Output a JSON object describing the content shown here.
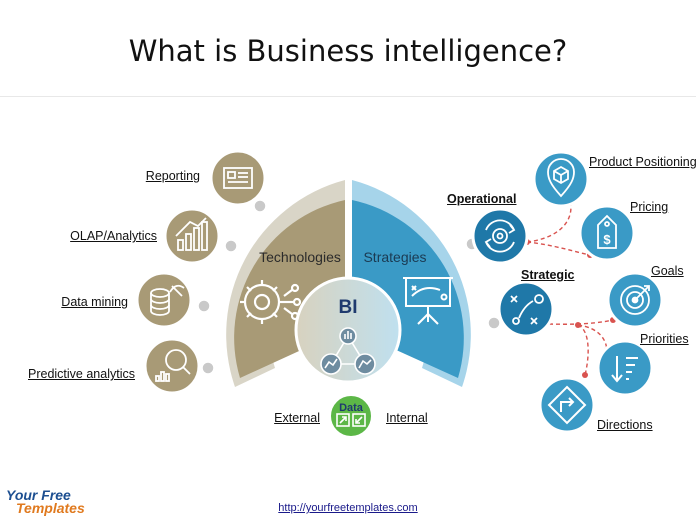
{
  "title": "What is Business intelligence?",
  "center": {
    "bi_label": "BI",
    "technologies_label": "Technologies",
    "strategies_label": "Strategies",
    "data_label": "Data",
    "external_label": "External",
    "internal_label": "Internal"
  },
  "technologies": [
    {
      "label": "Reporting",
      "icon": "report-icon"
    },
    {
      "label": "OLAP/Analytics",
      "icon": "bar-growth-icon"
    },
    {
      "label": "Data mining",
      "icon": "database-pickaxe-icon"
    },
    {
      "label": "Predictive analytics",
      "icon": "magnifier-chart-icon"
    }
  ],
  "strategies": {
    "operational": {
      "label": "Operational",
      "icon": "gear-cycle-icon",
      "children": [
        {
          "label": "Product Positioning",
          "icon": "map-pin-box-icon"
        },
        {
          "label": "Pricing",
          "icon": "price-tag-icon"
        }
      ]
    },
    "strategic": {
      "label": "Strategic",
      "icon": "tactics-icon",
      "children": [
        {
          "label": "Goals",
          "icon": "target-icon"
        },
        {
          "label": "Priorities",
          "icon": "sort-down-icon"
        },
        {
          "label": "Directions",
          "icon": "direction-sign-icon"
        }
      ]
    }
  },
  "footer": {
    "logo_line1": "Your Free",
    "logo_line2": "Templates",
    "url": "http://yourfreetemplates.com"
  },
  "colors": {
    "tech": "#a89a76",
    "tech_light": "#d9d5c7",
    "strat": "#3a9ac6",
    "strat_light": "#a6d4ea",
    "data_green": "#5cb747",
    "connector_red": "#d9534f"
  }
}
